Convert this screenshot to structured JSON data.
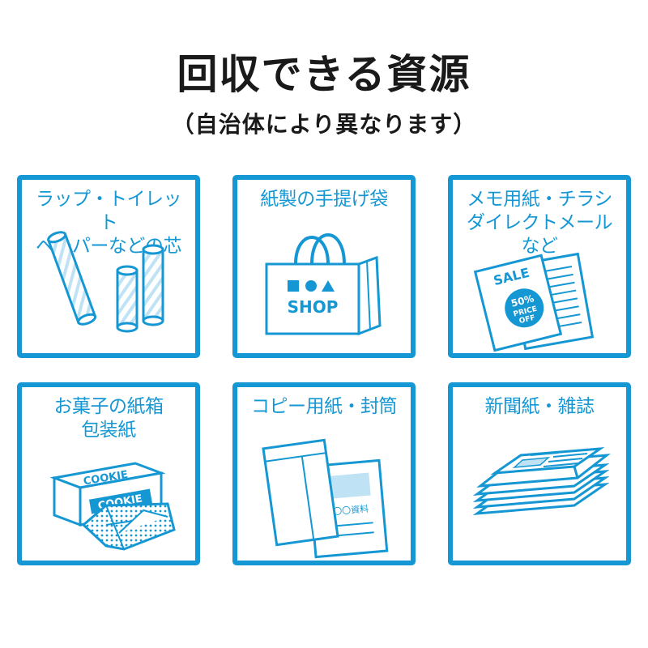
{
  "header": {
    "title": "回収できる資源",
    "subtitle": "（自治体により異なります）"
  },
  "colors": {
    "accent": "#1597d3",
    "light_accent": "#bfe3f4",
    "text": "#1a1a1a"
  },
  "cards": [
    {
      "label": "ラップ・トイレット\nペーパーなどの芯",
      "icon": "paper-roll-core-icon"
    },
    {
      "label": "紙製の手提げ袋",
      "icon": "paper-shopping-bag-icon",
      "bag_text": "SHOP"
    },
    {
      "label": "メモ用紙・チラシ\nダイレクトメール\nなど",
      "icon": "flyer-icon",
      "flyer_text": "SALE",
      "badge_text_1": "50%",
      "badge_text_2": "PRICE",
      "badge_text_3": "OFF"
    },
    {
      "label": "お菓子の紙箱\n包装紙",
      "icon": "cookie-box-icon",
      "box_text": "COOKIE"
    },
    {
      "label": "コピー用紙・封筒",
      "icon": "envelope-document-icon",
      "doc_text": "〇〇資料"
    },
    {
      "label": "新聞紙・雑誌",
      "icon": "newspaper-icon"
    }
  ]
}
